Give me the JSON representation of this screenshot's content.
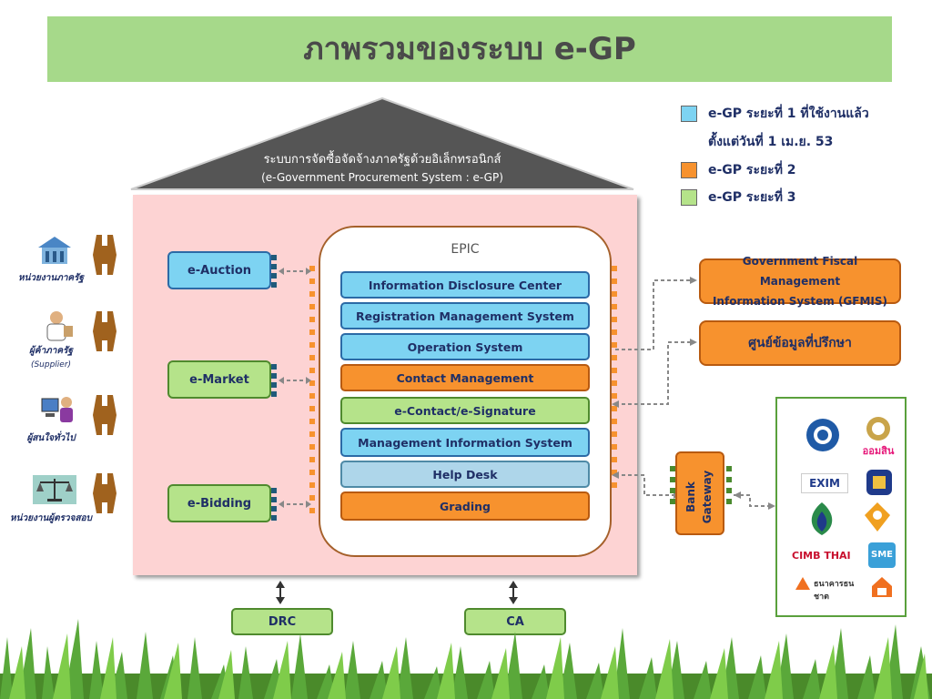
{
  "title": "ภาพรวมของระบบ e-GP",
  "legend": [
    {
      "line1": "e-GP ระยะที่ 1 ที่ใช้งานแล้ว",
      "line2": "ตั้งแต่วันที่ 1 เม.ย. 53",
      "color": "#7dd3f2"
    },
    {
      "line1": "e-GP ระยะที่ 2",
      "color": "#f7922e"
    },
    {
      "line1": "e-GP ระยะที่ 3",
      "color": "#b5e38a"
    }
  ],
  "roof": {
    "line1": "ระบบการจัดซื้อจัดจ้างภาครัฐด้วยอิเล็กทรอนิกส์",
    "line2": "(e-Government Procurement System : e-GP)"
  },
  "left_modules": [
    "e-Auction",
    "e-Market",
    "e-Bidding"
  ],
  "epic": {
    "label": "EPIC",
    "bars": [
      {
        "label": "Information Disclosure Center",
        "phase": "blue"
      },
      {
        "label": "Registration  Management System",
        "phase": "blue"
      },
      {
        "label": "Operation System",
        "phase": "blue"
      },
      {
        "label": "Contact Management",
        "phase": "orange"
      },
      {
        "label": "e-Contact/e-Signature",
        "phase": "green"
      },
      {
        "label": "Management Information System",
        "phase": "blue"
      },
      {
        "label": "Help Desk",
        "phase": "lightblue"
      },
      {
        "label": "Grading",
        "phase": "orange"
      }
    ]
  },
  "users": [
    {
      "label": "หน่วยงานภาครัฐ",
      "icon": "government-building-icon"
    },
    {
      "label": "ผู้ค้าภาครัฐ",
      "sub": "(Supplier)",
      "icon": "supplier-person-icon"
    },
    {
      "label": "ผู้สนใจทั่วไป",
      "icon": "computer-user-icon"
    },
    {
      "label": "หน่วยงานผู้ตรวจสอบ",
      "icon": "scales-icon"
    }
  ],
  "right_systems": {
    "gfmis_line1": "Government Fiscal Management",
    "gfmis_line2": "Information System (GFMIS)",
    "consult": "ศูนย์ข้อมูลที่ปรึกษา"
  },
  "gateway": {
    "line1": "Bank",
    "line2": "Gateway"
  },
  "banks": {
    "gsb": "ออมสิน",
    "exim": "EXIM",
    "cimb": "CIMB THAI",
    "sme": "SME",
    "thanachart": "ธนาคารธนชาต"
  },
  "bottom": [
    "DRC",
    "CA"
  ]
}
